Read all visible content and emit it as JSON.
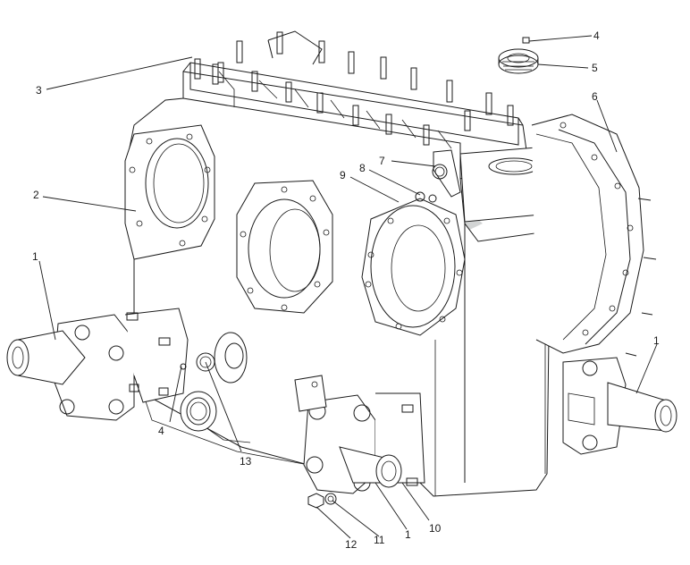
{
  "callouts": [
    {
      "id": "c1a",
      "text": "1"
    },
    {
      "id": "c1b",
      "text": "1"
    },
    {
      "id": "c1c",
      "text": "1"
    },
    {
      "id": "c2",
      "text": "2"
    },
    {
      "id": "c3",
      "text": "3"
    },
    {
      "id": "c4a",
      "text": "4"
    },
    {
      "id": "c4b",
      "text": "4"
    },
    {
      "id": "c5",
      "text": "5"
    },
    {
      "id": "c6",
      "text": "6"
    },
    {
      "id": "c7",
      "text": "7"
    },
    {
      "id": "c8",
      "text": "8"
    },
    {
      "id": "c9",
      "text": "9"
    },
    {
      "id": "c10",
      "text": "10"
    },
    {
      "id": "c11",
      "text": "11"
    },
    {
      "id": "c12",
      "text": "12"
    },
    {
      "id": "c13",
      "text": "13"
    }
  ]
}
